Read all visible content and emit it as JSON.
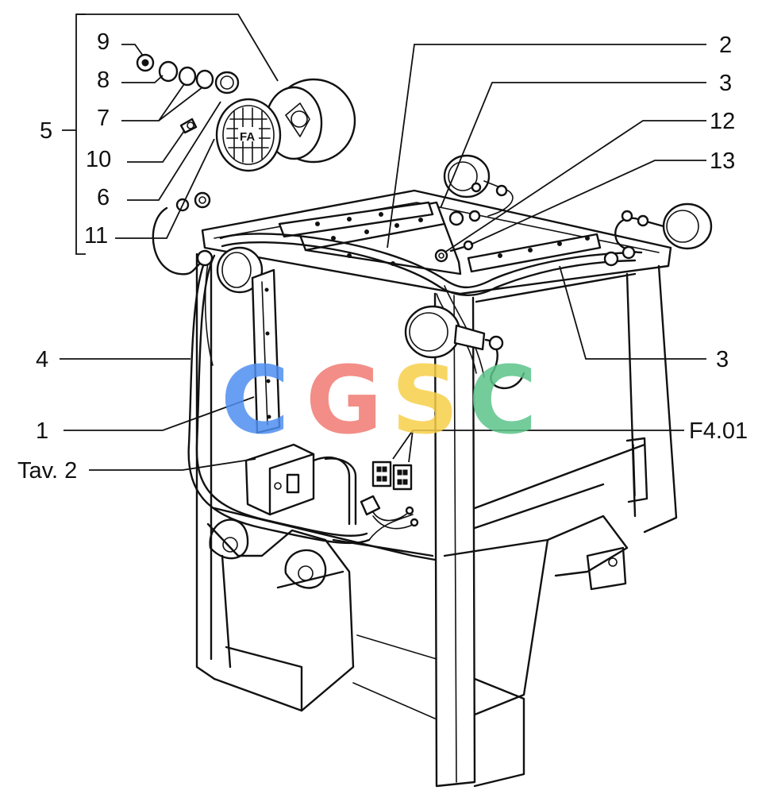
{
  "callouts": [
    {
      "id": "9",
      "text": "9"
    },
    {
      "id": "8",
      "text": "8"
    },
    {
      "id": "7",
      "text": "7"
    },
    {
      "id": "5",
      "text": "5"
    },
    {
      "id": "10",
      "text": "10"
    },
    {
      "id": "6",
      "text": "6"
    },
    {
      "id": "11",
      "text": "11"
    },
    {
      "id": "2",
      "text": "2"
    },
    {
      "id": "3a",
      "text": "3"
    },
    {
      "id": "12",
      "text": "12"
    },
    {
      "id": "13",
      "text": "13"
    },
    {
      "id": "4",
      "text": "4"
    },
    {
      "id": "3b",
      "text": "3"
    },
    {
      "id": "1",
      "text": "1"
    },
    {
      "id": "F401",
      "text": "F4.01"
    },
    {
      "id": "tav2",
      "text": "Tav. 2"
    }
  ],
  "lamp_badge": "FA",
  "watermark": {
    "letters": [
      "C",
      "G",
      "S",
      "C"
    ],
    "colors": [
      "#4f8ff0",
      "#f07b73",
      "#f7cf4a",
      "#5cc48a"
    ]
  }
}
